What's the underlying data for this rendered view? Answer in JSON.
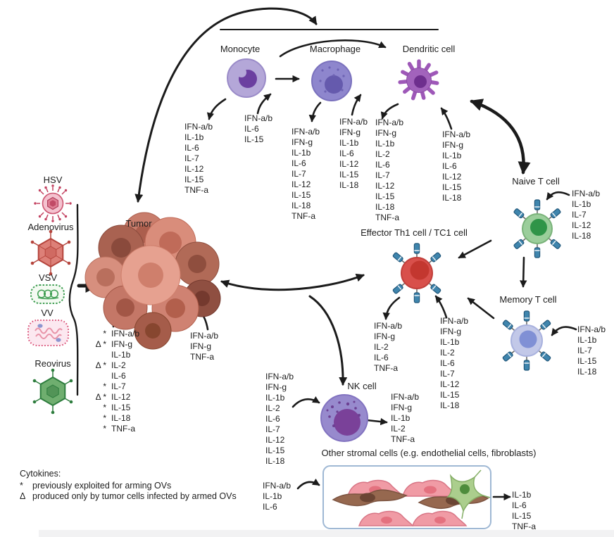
{
  "palette": {
    "arrow": "#1b1b1b",
    "monocyte_body": "#b4a7d8",
    "monocyte_nucleus": "#6b3fa0",
    "macrophage_body": "#8e86cd",
    "macrophage_nucleus": "#655aad",
    "dendritic_body": "#a263bc",
    "dendritic_nucleus": "#6e2f8e",
    "nk_body": "#978acd",
    "nk_nucleus": "#7a4199",
    "naive_body": "#9bce9b",
    "naive_nucleus": "#2f9448",
    "memory_body": "#c2c8e8",
    "memory_nucleus": "#8090d5",
    "effector_body": "#d8504b",
    "effector_nucleus": "#c3372f",
    "receptor_blue": "#3f85ad",
    "tumor_light": "#e6a190",
    "tumor_dark": "#8f4f41",
    "stromal_pink": "#f09ba5",
    "stromal_brown": "#96684f",
    "stromal_green": "#abce8d",
    "hsv_pink": "#f4c2cf",
    "adeno_red": "#dd8078",
    "vsv_green": "#3f9e52",
    "vv_pink": "#fce8f0",
    "reo_green": "#6fae6f"
  },
  "viruses": [
    {
      "name": "HSV"
    },
    {
      "name": "Adenovirus"
    },
    {
      "name": "VSV"
    },
    {
      "name": "VV"
    },
    {
      "name": "Reovirus"
    }
  ],
  "cells": {
    "monocyte": {
      "label": "Monocyte",
      "produces": [
        "IFN-a/b",
        "IL-1b",
        "IL-6",
        "IL-7",
        "IL-12",
        "IL-15",
        "TNF-a"
      ],
      "stimulated_by": [
        "IFN-a/b",
        "IL-6",
        "IL-15"
      ]
    },
    "macrophage": {
      "label": "Macrophage",
      "produces": [
        "IFN-a/b",
        "IFN-g",
        "IL-1b",
        "IL-6",
        "IL-7",
        "IL-12",
        "IL-15",
        "IL-18",
        "TNF-a"
      ],
      "stimulated_by": [
        "IFN-a/b",
        "IFN-g",
        "IL-1b",
        "IL-6",
        "IL-12",
        "IL-15",
        "IL-18"
      ]
    },
    "dendritic": {
      "label": "Dendritic cell",
      "produces": [
        "IFN-a/b",
        "IFN-g",
        "IL-1b",
        "IL-2",
        "IL-6",
        "IL-7",
        "IL-12",
        "IL-15",
        "IL-18",
        "TNF-a"
      ],
      "stimulated_by": [
        "IFN-a/b",
        "IFN-g",
        "IL-1b",
        "IL-6",
        "IL-12",
        "IL-15",
        "IL-18"
      ]
    },
    "naive_t": {
      "label": "Naive T cell",
      "stimulated_by": [
        "IFN-a/b",
        "IL-1b",
        "IL-7",
        "IL-12",
        "IL-18"
      ]
    },
    "memory_t": {
      "label": "Memory T cell",
      "stimulated_by": [
        "IFN-a/b",
        "IL-1b",
        "IL-7",
        "IL-15",
        "IL-18"
      ]
    },
    "effector_t": {
      "label": "Effector Th1 cell / TC1 cell",
      "produces": [
        "IFN-a/b",
        "IFN-g",
        "IL-2",
        "IL-6",
        "TNF-a"
      ],
      "stimulated_by": [
        "IFN-a/b",
        "IFN-g",
        "IL-1b",
        "IL-2",
        "IL-6",
        "IL-7",
        "IL-12",
        "IL-15",
        "IL-18"
      ]
    },
    "nk": {
      "label": "NK cell",
      "produces": [
        "IFN-a/b",
        "IFN-g",
        "IL-1b",
        "IL-2",
        "TNF-a"
      ],
      "stimulated_by": [
        "IFN-a/b",
        "IFN-g",
        "IL-1b",
        "IL-2",
        "IL-6",
        "IL-7",
        "IL-12",
        "IL-15",
        "IL-18"
      ]
    },
    "stromal": {
      "label": "Other stromal cells (e.g. endothelial cells, fibroblasts)",
      "produces": [
        "IL-1b",
        "IL-6",
        "IL-15",
        "TNF-a"
      ],
      "stimulated_by": [
        "IFN-a/b",
        "IL-1b",
        "IL-6"
      ]
    },
    "tumor": {
      "label": "Tumor",
      "produces_marked": [
        {
          "marker": "*",
          "text": "IFN-a/b"
        },
        {
          "marker": "Δ *",
          "text": "IFN-g"
        },
        {
          "marker": "",
          "text": "IL-1b"
        },
        {
          "marker": "Δ *",
          "text": "IL-2"
        },
        {
          "marker": "",
          "text": "IL-6"
        },
        {
          "marker": "*",
          "text": "IL-7"
        },
        {
          "marker": "Δ *",
          "text": "IL-12"
        },
        {
          "marker": "*",
          "text": "IL-15"
        },
        {
          "marker": "*",
          "text": "IL-18"
        },
        {
          "marker": "*",
          "text": "TNF-a"
        }
      ],
      "stimulated_by": [
        "IFN-a/b",
        "IFN-g",
        "TNF-a"
      ]
    }
  },
  "legend": {
    "title": "Cytokines:",
    "entries": [
      {
        "marker": "*",
        "text": "previously exploited for arming OVs"
      },
      {
        "marker": "Δ",
        "text": "produced only by tumor cells infected by armed OVs"
      }
    ]
  }
}
